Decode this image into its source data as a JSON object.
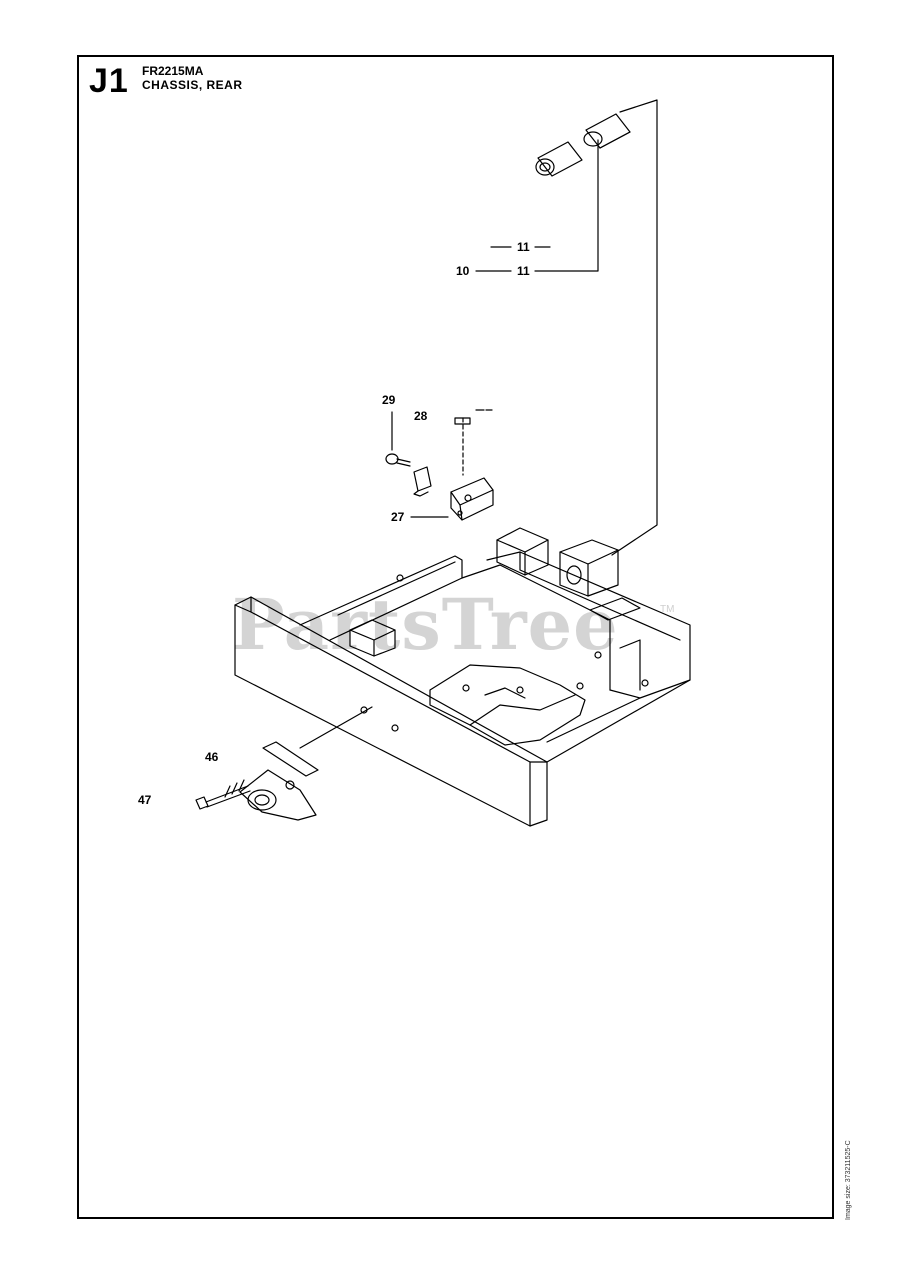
{
  "header": {
    "section_code": "J1",
    "model": "FR2215MA",
    "title": "CHASSIS, REAR"
  },
  "callouts": [
    {
      "id": "c11a",
      "label": "11"
    },
    {
      "id": "c10",
      "label": "10"
    },
    {
      "id": "c11b",
      "label": "11"
    },
    {
      "id": "c29",
      "label": "29"
    },
    {
      "id": "c28",
      "label": "28"
    },
    {
      "id": "c27",
      "label": "27"
    },
    {
      "id": "c46",
      "label": "46"
    },
    {
      "id": "c47",
      "label": "47"
    }
  ],
  "watermark": {
    "text": "PartsTree",
    "trademark": "TM"
  },
  "reference_code": "Image size: 373211525-C"
}
